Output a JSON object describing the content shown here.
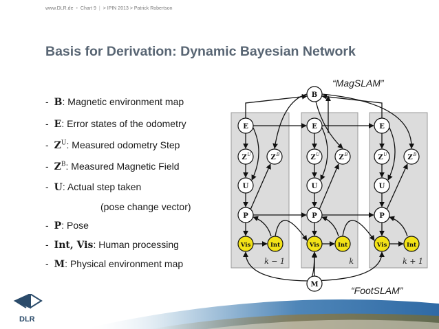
{
  "header": {
    "url": "www.DLR.de",
    "chart": "Chart 9",
    "breadcrumb": "> IPIN 2013 > Patrick Robertson"
  },
  "title": "Basis for Derivation: Dynamic Bayesian Network",
  "bullets": [
    {
      "dash": "-",
      "sym": "B",
      "sup": "",
      "text": ": Magnetic environment map"
    },
    {
      "dash": "-",
      "sym": "E",
      "sup": "",
      "text": ": Error states of the odometry"
    },
    {
      "dash": "-",
      "sym": "Z",
      "sup": "U",
      "text": ": Measured odometry Step"
    },
    {
      "dash": "-",
      "sym": "Z",
      "sup": "B",
      "text": ": Measured Magnetic Field"
    },
    {
      "dash": "-",
      "sym": "U",
      "sup": "",
      "text": ": Actual step taken"
    },
    {
      "dash": "",
      "sym": "",
      "sup": "",
      "text": "(pose change vector)"
    },
    {
      "dash": "-",
      "sym": "P",
      "sup": "",
      "text": ": Pose"
    },
    {
      "dash": "-",
      "sym": "Int, Vis",
      "sup": "",
      "text": ": Human processing"
    },
    {
      "dash": "-",
      "sym": "M",
      "sup": "",
      "text": ": Physical environment map"
    }
  ],
  "quotes": {
    "magslam": "“MagSLAM”",
    "footslam": "“FootSLAM”"
  },
  "diagram": {
    "top_node": "B",
    "bottom_node": "M",
    "slices": [
      {
        "label": "k − 1",
        "nodes": {
          "e": "E",
          "zu": "Z",
          "zu_sup": "U",
          "zb": "Z",
          "zb_sup": "B",
          "u": "U",
          "p": "P",
          "vis": "Vis",
          "int": "Int"
        }
      },
      {
        "label": "k",
        "nodes": {
          "e": "E",
          "zu": "Z",
          "zu_sup": "U",
          "zb": "Z",
          "zb_sup": "B",
          "u": "U",
          "p": "P",
          "vis": "Vis",
          "int": "Int"
        }
      },
      {
        "label": "k + 1",
        "nodes": {
          "e": "E",
          "zu": "Z",
          "zu_sup": "U",
          "zb": "Z",
          "zb_sup": "B",
          "u": "U",
          "p": "P",
          "vis": "Vis",
          "int": "Int"
        }
      }
    ]
  },
  "logo": {
    "text": "DLR"
  },
  "colors": {
    "title": "#586573",
    "panel": "#dcdcdc",
    "node_yellow": "#f3e317",
    "node_white": "#ffffff"
  }
}
